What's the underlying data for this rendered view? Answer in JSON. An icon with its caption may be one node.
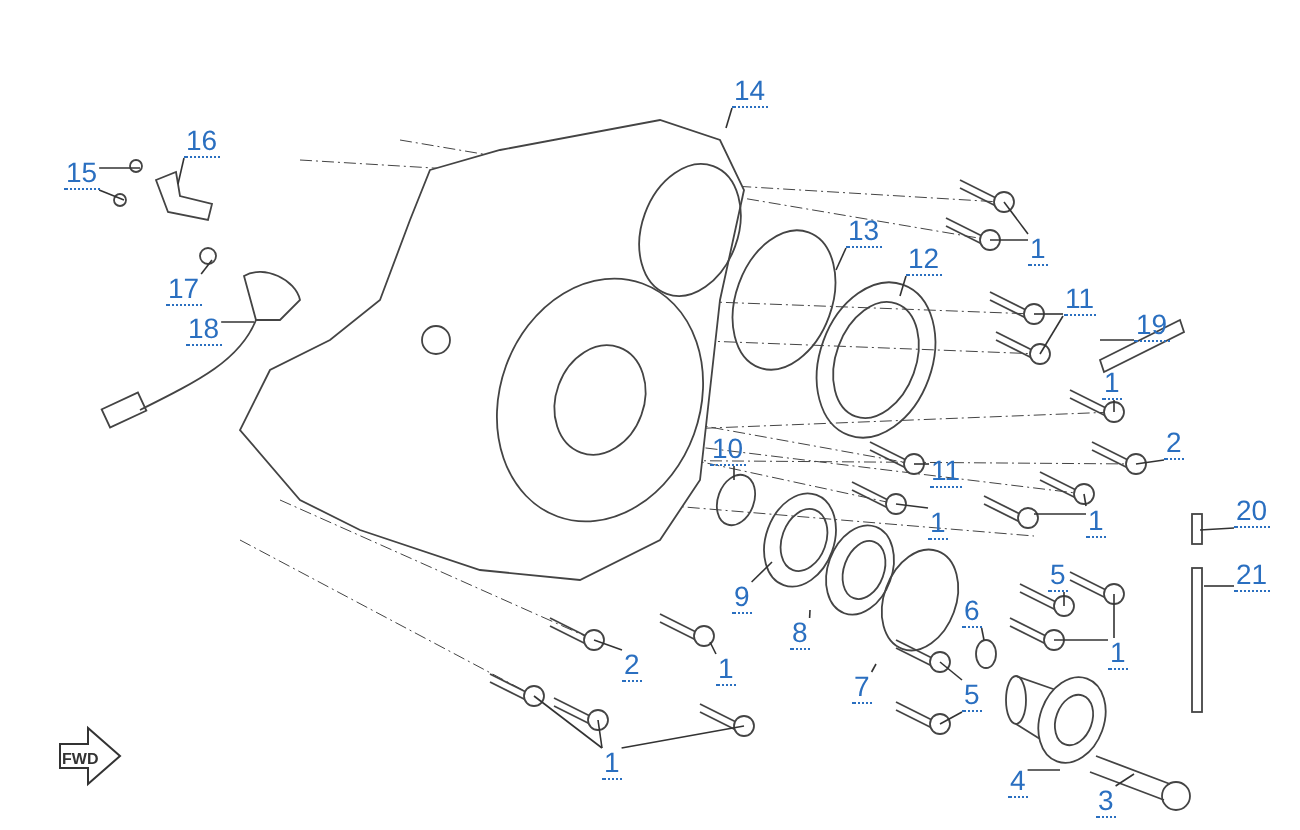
{
  "diagram": {
    "nodes": [
      {
        "text": [
          "14"
        ]
      },
      {
        "text": [
          "16"
        ]
      },
      {
        "text": [
          "15"
        ]
      },
      {
        "text": [
          "13"
        ]
      },
      {
        "text": [
          "1"
        ]
      },
      {
        "text": [
          "12"
        ]
      },
      {
        "text": [
          "17"
        ]
      },
      {
        "text": [
          "11"
        ]
      },
      {
        "text": [
          "19"
        ]
      },
      {
        "text": [
          "18"
        ]
      },
      {
        "text": [
          "1"
        ]
      },
      {
        "text": [
          "2"
        ]
      },
      {
        "text": [
          "10"
        ]
      },
      {
        "text": [
          "11"
        ]
      },
      {
        "text": [
          "20"
        ]
      },
      {
        "text": [
          "1"
        ]
      },
      {
        "text": [
          "1"
        ]
      },
      {
        "text": [
          "5"
        ]
      },
      {
        "text": [
          "21"
        ]
      },
      {
        "text": [
          "9"
        ]
      },
      {
        "text": [
          "6"
        ]
      },
      {
        "text": [
          "8"
        ]
      },
      {
        "text": [
          "1"
        ]
      },
      {
        "text": [
          "2"
        ]
      },
      {
        "text": [
          "1"
        ]
      },
      {
        "text": [
          "7"
        ]
      },
      {
        "text": [
          "5"
        ]
      },
      {
        "text": [
          "1"
        ]
      },
      {
        "text": [
          "4"
        ]
      },
      {
        "text": [
          "3"
        ]
      }
    ],
    "edges": [
      {
        "from": 0,
        "to": null,
        "arrow": "none"
      },
      {
        "from": 1,
        "to": null,
        "arrow": "none"
      },
      {
        "from": 2,
        "to": null,
        "arrow": "none"
      },
      {
        "from": 2,
        "to": null,
        "arrow": "none"
      },
      {
        "from": 3,
        "to": null,
        "arrow": "none"
      },
      {
        "from": 4,
        "to": null,
        "arrow": "none"
      },
      {
        "from": 4,
        "to": null,
        "arrow": "none"
      },
      {
        "from": 5,
        "to": null,
        "arrow": "none"
      },
      {
        "from": 6,
        "to": null,
        "arrow": "none"
      },
      {
        "from": 7,
        "to": null,
        "arrow": "none"
      },
      {
        "from": 7,
        "to": null,
        "arrow": "none"
      },
      {
        "from": 8,
        "to": null,
        "arrow": "none"
      },
      {
        "from": 9,
        "to": null,
        "arrow": "none"
      },
      {
        "from": 10,
        "to": null,
        "arrow": "none"
      },
      {
        "from": 11,
        "to": null,
        "arrow": "none"
      },
      {
        "from": 12,
        "to": null,
        "arrow": "none"
      },
      {
        "from": 13,
        "to": null,
        "arrow": "none"
      },
      {
        "from": 14,
        "to": null,
        "arrow": "none"
      },
      {
        "from": 15,
        "to": null,
        "arrow": "none"
      },
      {
        "from": 16,
        "to": null,
        "arrow": "none"
      },
      {
        "from": 16,
        "to": null,
        "arrow": "none"
      },
      {
        "from": 17,
        "to": null,
        "arrow": "none"
      },
      {
        "from": 18,
        "to": null,
        "arrow": "none"
      },
      {
        "from": 19,
        "to": null,
        "arrow": "none"
      },
      {
        "from": 20,
        "to": null,
        "arrow": "none"
      },
      {
        "from": 21,
        "to": null,
        "arrow": "none"
      },
      {
        "from": 22,
        "to": null,
        "arrow": "none"
      },
      {
        "from": 22,
        "to": null,
        "arrow": "none"
      },
      {
        "from": 23,
        "to": null,
        "arrow": "none"
      },
      {
        "from": 24,
        "to": null,
        "arrow": "none"
      },
      {
        "from": 25,
        "to": null,
        "arrow": "none"
      },
      {
        "from": 26,
        "to": null,
        "arrow": "none"
      },
      {
        "from": 26,
        "to": null,
        "arrow": "none"
      },
      {
        "from": 27,
        "to": null,
        "arrow": "none"
      },
      {
        "from": 27,
        "to": null,
        "arrow": "none"
      },
      {
        "from": 27,
        "to": null,
        "arrow": "none"
      },
      {
        "from": 28,
        "to": null,
        "arrow": "none"
      },
      {
        "from": 29,
        "to": null,
        "arrow": "none"
      }
    ],
    "labels": [
      "FWD"
    ]
  }
}
